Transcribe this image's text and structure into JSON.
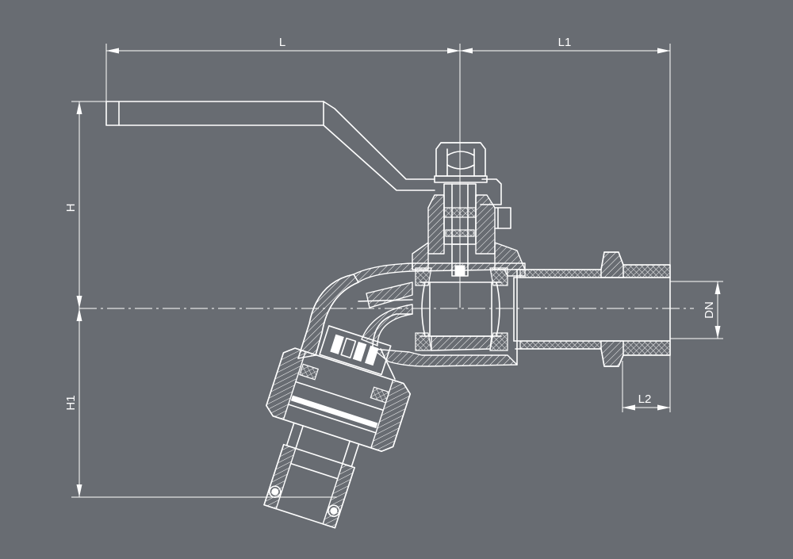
{
  "colors": {
    "background": "#686c72",
    "lines": "#ffffff"
  },
  "dimensions": {
    "L": "L",
    "L1": "L1",
    "L2": "L2",
    "H": "H",
    "H1": "H1",
    "DN": "DN"
  }
}
